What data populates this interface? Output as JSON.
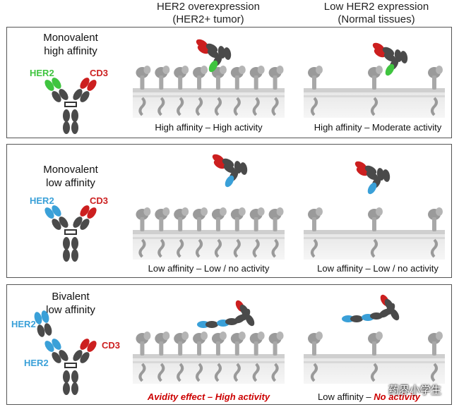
{
  "columns": {
    "left": "HER2 overexpression\n(HER2+ tumor)",
    "right": "Low HER2 expression\n(Normal tissues)"
  },
  "colors": {
    "her2_high": "#3fc43f",
    "her2_low": "#3aa0d8",
    "cd3": "#cc1f1f",
    "antibody": "#4a4a4a",
    "receptor": "#9a9a9a"
  },
  "panels": [
    {
      "title": "Monovalent\nhigh affinity",
      "her2_label": "HER2",
      "cd3_label": "CD3",
      "left_caption": "High affinity – High activity",
      "right_caption": "High affinity – Moderate activity"
    },
    {
      "title": "Monovalent\nlow affinity",
      "her2_label": "HER2",
      "cd3_label": "CD3",
      "left_caption": "Low affinity – Low / no activity",
      "right_caption": "Low affinity – Low / no activity"
    },
    {
      "title": "Bivalent\nlow affinity",
      "her2_label": "HER2",
      "her2_label_2": "HER2",
      "cd3_label": "CD3",
      "left_caption": "Avidity effect – High activity",
      "right_caption_prefix": "Low affinity – ",
      "right_caption_suffix": "No activity"
    }
  ],
  "watermark": "药界小学生"
}
